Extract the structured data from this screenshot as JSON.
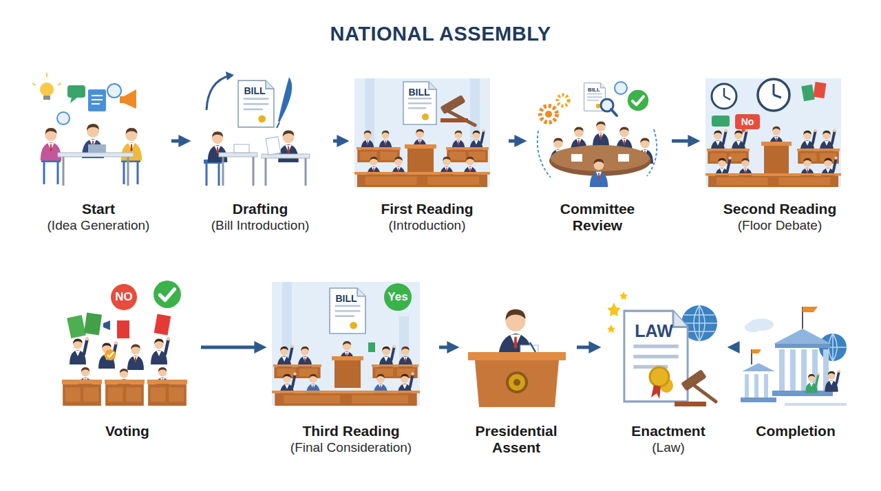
{
  "diagram": {
    "title": "NATIONAL ASSEMBLY",
    "nodes": [
      {
        "text": [
          "Start",
          "(Idea Generation)"
        ]
      },
      {
        "text": [
          "Drafting",
          "(Bill Introduction)"
        ]
      },
      {
        "text": [
          "First Reading",
          "(Introduction)"
        ]
      },
      {
        "text": [
          "Committee Review"
        ]
      },
      {
        "text": [
          "Second Reading",
          "(Floor Debate)"
        ]
      },
      {
        "text": [
          "Voting"
        ]
      },
      {
        "text": [
          "Third Reading",
          "(Final Consideration)"
        ]
      },
      {
        "text": [
          "Presidential Assent"
        ]
      },
      {
        "text": [
          "Enactment",
          "(Law)"
        ]
      },
      {
        "text": [
          "Completion"
        ]
      }
    ],
    "edges": [
      {
        "from": 0,
        "to": 1,
        "arrow": "to"
      },
      {
        "from": 1,
        "to": 2,
        "arrow": "to"
      },
      {
        "from": 2,
        "to": 3,
        "arrow": "to"
      },
      {
        "from": 3,
        "to": 4,
        "arrow": "to"
      },
      {
        "from": 5,
        "to": 6,
        "arrow": "to"
      },
      {
        "from": 6,
        "to": 7,
        "arrow": "to"
      },
      {
        "from": 7,
        "to": 8,
        "arrow": "to"
      },
      {
        "from": 8,
        "to": 9,
        "arrow": "to"
      }
    ],
    "labels": [
      "BILL",
      "BILL",
      "BILL",
      "No",
      "NO",
      "BILL",
      "Yes",
      "LAW"
    ]
  }
}
